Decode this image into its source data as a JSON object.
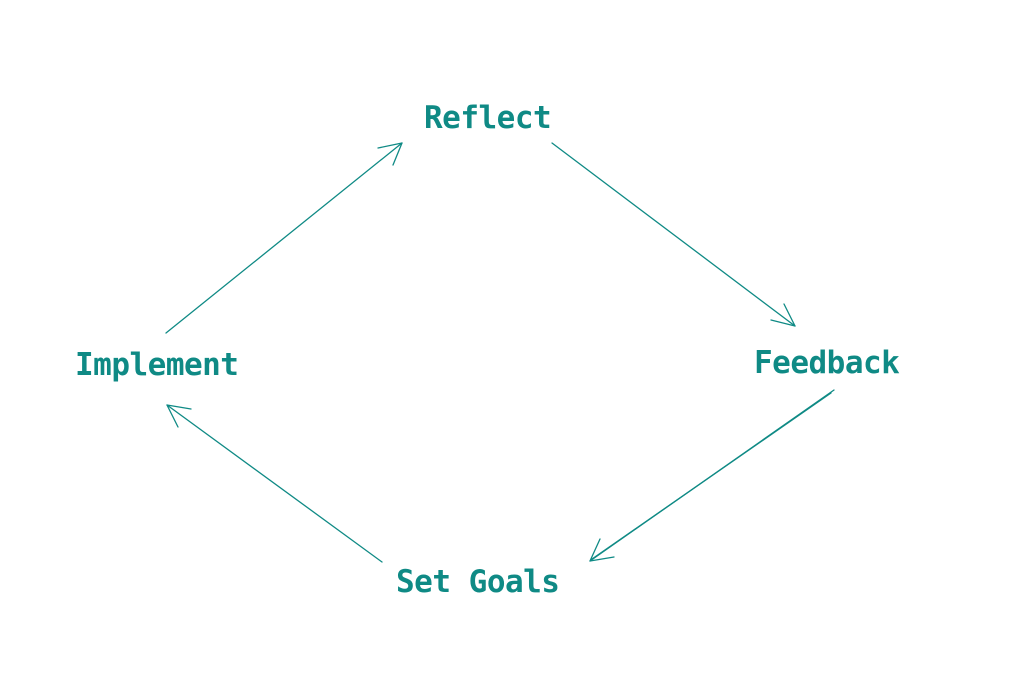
{
  "theme": {
    "accent": "#0f8a85",
    "background": "#ffffff"
  },
  "diagram": {
    "type": "cycle",
    "nodes": [
      {
        "id": "reflect",
        "label": "Reflect"
      },
      {
        "id": "feedback",
        "label": "Feedback"
      },
      {
        "id": "set_goals",
        "label": "Set Goals"
      },
      {
        "id": "implement",
        "label": "Implement"
      }
    ],
    "edges": [
      {
        "from": "reflect",
        "to": "feedback"
      },
      {
        "from": "feedback",
        "to": "set_goals"
      },
      {
        "from": "set_goals",
        "to": "implement"
      },
      {
        "from": "implement",
        "to": "reflect"
      }
    ]
  }
}
